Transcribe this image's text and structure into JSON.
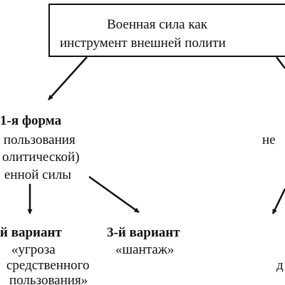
{
  "root": {
    "line1": "Военная сила как",
    "line2": "инструмент внешней полити"
  },
  "form1": {
    "title": "1-я форма",
    "line1": "пользования",
    "line2": "олитической)",
    "line3": "енной силы"
  },
  "variant_left": {
    "title": "й вариант",
    "line1": "«угроза",
    "line2": "средственного",
    "line3": "пользования»"
  },
  "variant3": {
    "title": "3-й вариант",
    "line1": "«шантаж»"
  },
  "right_fragments": {
    "top": "не",
    "bottom": "д"
  }
}
